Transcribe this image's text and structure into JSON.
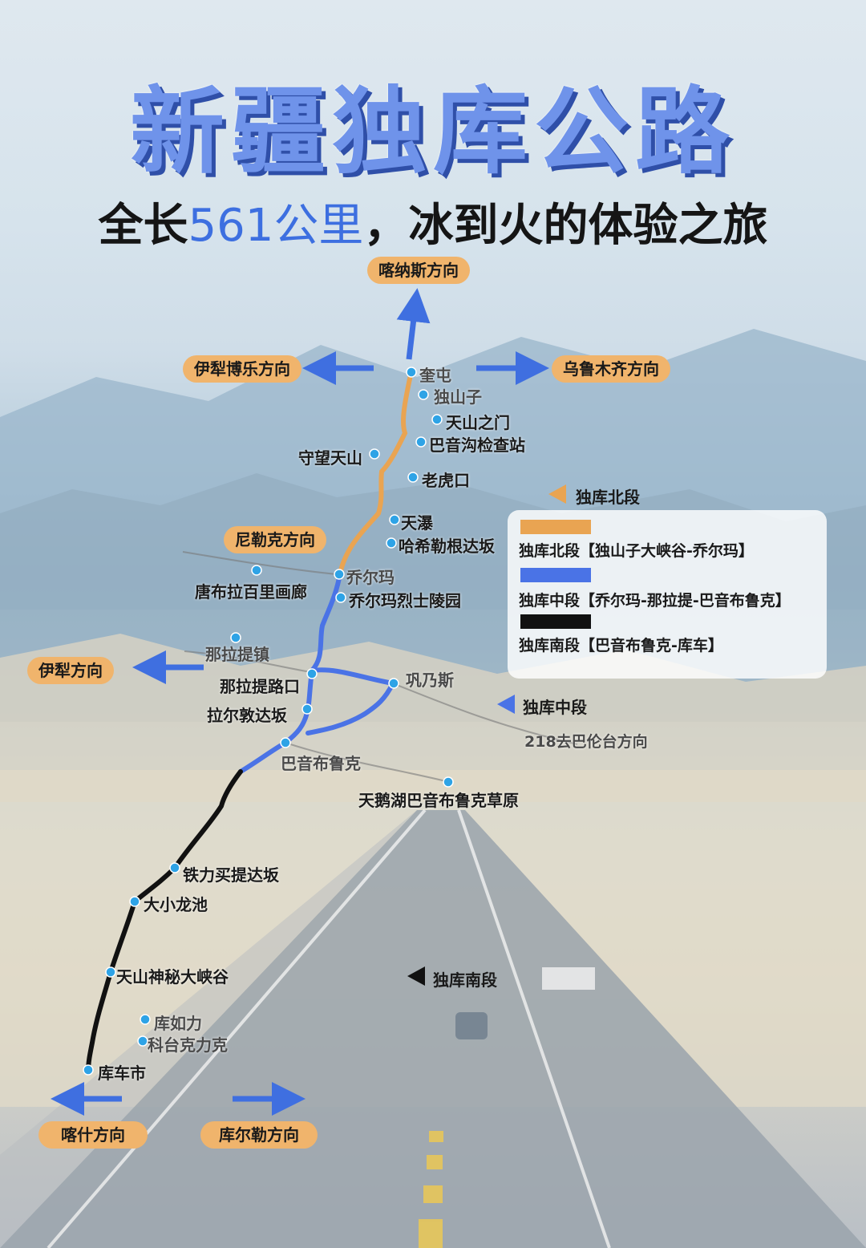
{
  "title": "新疆独库公路",
  "subtitle": {
    "prefix": "全长",
    "highlight": "561公里",
    "suffix": "，冰到火的体验之旅"
  },
  "watermark": "",
  "colors": {
    "north": "#e9a452",
    "middle": "#4a73e6",
    "south": "#111111",
    "direction_bg": "#f0b46c",
    "arrow": "#3f6fe0"
  },
  "directions": {
    "kanas": "喀纳斯方向",
    "yili_bole": "伊犁博乐方向",
    "urumqi": "乌鲁木齐方向",
    "nileke": "尼勒克方向",
    "yili": "伊犁方向",
    "kashi": "喀什方向",
    "korla": "库尔勒方向"
  },
  "places": {
    "kuitun": "奎屯",
    "dushanzi": "独山子",
    "tianshan_gate": "天山之门",
    "bayingou": "巴音沟检查站",
    "shouwang": "守望天山",
    "laohukou": "老虎口",
    "tianpu": "天瀑",
    "haxilegen": "哈希勒根达坂",
    "qiaerma": "乔尔玛",
    "tangbula": "唐布拉百里画廊",
    "qiaerma_cemetery": "乔尔玛烈士陵园",
    "nalati_town": "那拉提镇",
    "nalati_crossing": "那拉提路口",
    "gongnaisi": "巩乃斯",
    "laerdun": "拉尔敦达坂",
    "bayinbuluke": "巴音布鲁克",
    "to_bayinguoleng": "218去巴伦台方向",
    "swan_lake": "天鹅湖巴音布鲁克草原",
    "tielimaiti": "铁力买提达坂",
    "daxiaolongchi": "大小龙池",
    "canyon": "天山神秘大峡谷",
    "kurulu": "库如力",
    "ketaikelike": "科台克力克",
    "kuche": "库车市"
  },
  "segment_markers": {
    "north": "独库北段",
    "middle": "独库中段",
    "south": "独库南段"
  },
  "legend": [
    {
      "color": "#e9a452",
      "label": "独库北段【独山子大峡谷-乔尔玛】"
    },
    {
      "color": "#4a73e6",
      "label": "独库中段【乔尔玛-那拉提-巴音布鲁克】"
    },
    {
      "color": "#111111",
      "label": "独库南段【巴音布鲁克-库车】"
    }
  ]
}
